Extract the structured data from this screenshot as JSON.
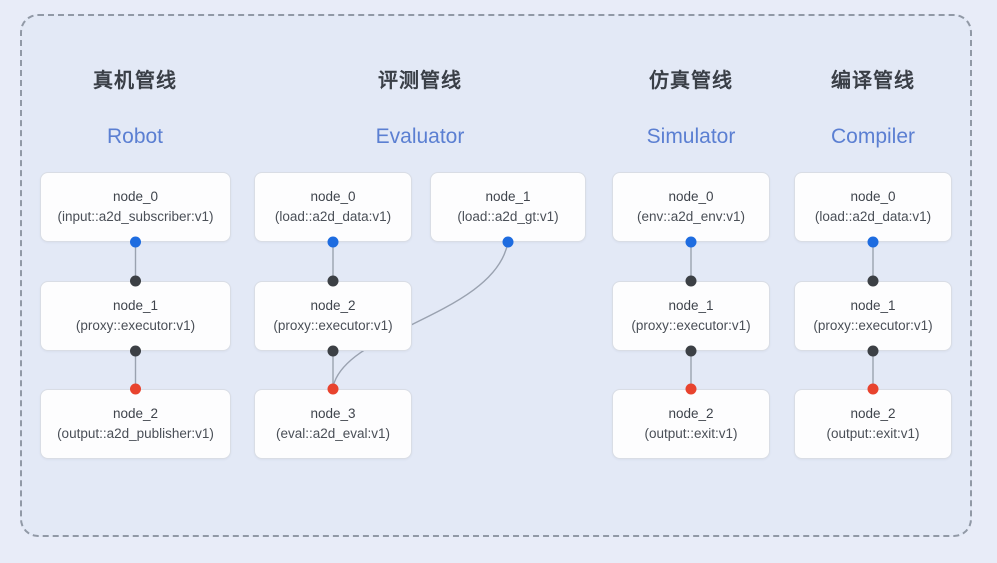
{
  "colors": {
    "background": "#e3e9f6",
    "frame_border": "#9199a6",
    "box_bg": "#fdfdfe",
    "box_border": "#d9dde5",
    "title_zh_color": "#3a3f47",
    "title_en_color": "#5b7fd2",
    "node_text": "#42474f",
    "line": "#9aa2b0",
    "dot_blue": "#1e6ce0",
    "dot_dark": "#3c4045",
    "dot_red": "#e8432e"
  },
  "pipelines": [
    {
      "title_zh": "真机管线",
      "title_en": "Robot",
      "nodes": [
        {
          "name": "node_0",
          "type": "(input::a2d_subscriber:v1)"
        },
        {
          "name": "node_1",
          "type": "(proxy::executor:v1)"
        },
        {
          "name": "node_2",
          "type": "(output::a2d_publisher:v1)"
        }
      ]
    },
    {
      "title_zh": "评测管线",
      "title_en": "Evaluator",
      "nodes": [
        {
          "name": "node_0",
          "type": "(load::a2d_data:v1)"
        },
        {
          "name": "node_1",
          "type": "(load::a2d_gt:v1)"
        },
        {
          "name": "node_2",
          "type": "(proxy::executor:v1)"
        },
        {
          "name": "node_3",
          "type": "(eval::a2d_eval:v1)"
        }
      ]
    },
    {
      "title_zh": "仿真管线",
      "title_en": "Simulator",
      "nodes": [
        {
          "name": "node_0",
          "type": "(env::a2d_env:v1)"
        },
        {
          "name": "node_1",
          "type": "(proxy::executor:v1)"
        },
        {
          "name": "node_2",
          "type": "(output::exit:v1)"
        }
      ]
    },
    {
      "title_zh": "编译管线",
      "title_en": "Compiler",
      "nodes": [
        {
          "name": "node_0",
          "type": "(load::a2d_data:v1)"
        },
        {
          "name": "node_1",
          "type": "(proxy::executor:v1)"
        },
        {
          "name": "node_2",
          "type": "(output::exit:v1)"
        }
      ]
    }
  ]
}
